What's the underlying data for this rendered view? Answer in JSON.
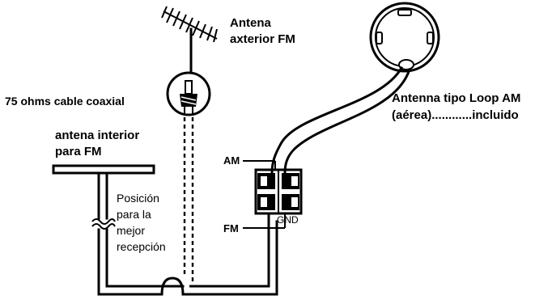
{
  "labels": {
    "outdoor_fm_line1": "Antena",
    "outdoor_fm_line2": "axterior FM",
    "coax_cable": "75 ohms cable coaxial",
    "indoor_fm_line1": "antena interior",
    "indoor_fm_line2": "para FM",
    "position_line1": "Posición",
    "position_line2": "para la",
    "position_line3": "mejor",
    "position_line4": "recepción",
    "loop_am_line1": "Antenna tipo Loop AM",
    "loop_am_line2": "(aérea)............incluido",
    "terminal_am": "AM",
    "terminal_fm": "FM",
    "terminal_gnd": "GND"
  },
  "colors": {
    "ink": "#000000",
    "background": "#ffffff"
  },
  "icons": {
    "outdoor_antenna": "yagi-antenna-icon",
    "coax_connector": "coax-connector-icon",
    "loop_antenna": "loop-antenna-icon",
    "terminal_block": "terminal-block-icon"
  }
}
